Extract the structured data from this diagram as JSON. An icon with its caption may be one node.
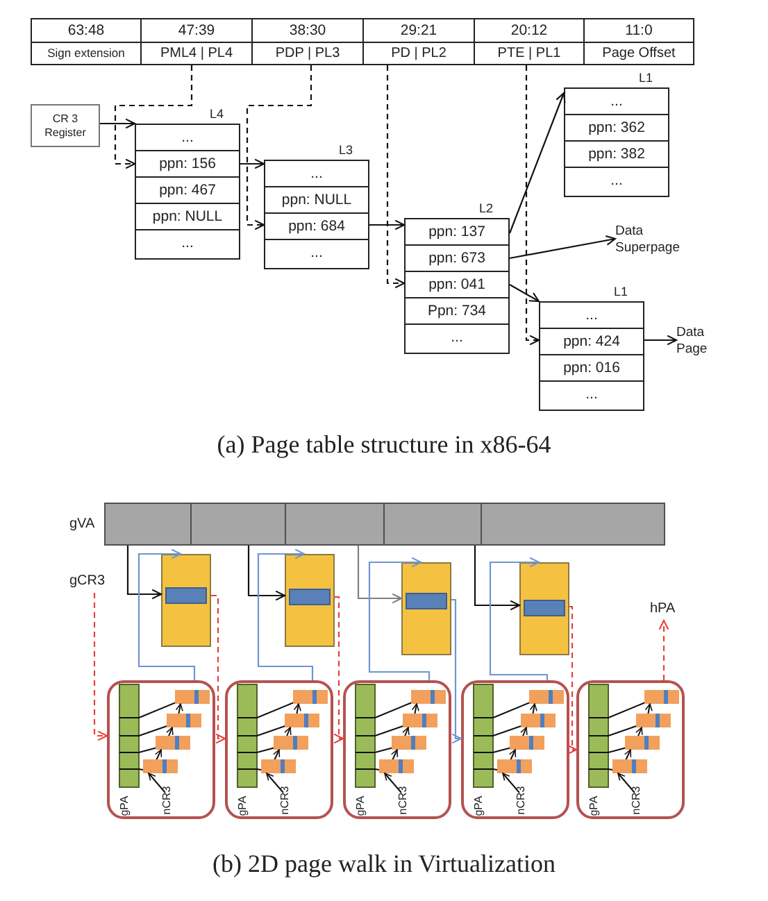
{
  "diagram": {
    "nodes": [
      {
        "text": [
          "63:48",
          "Sign extension"
        ]
      },
      {
        "text": [
          "47:39",
          "PML4 | PL4"
        ]
      },
      {
        "text": [
          "38:30",
          "PDP | PL3"
        ]
      },
      {
        "text": [
          "29:21",
          "PD | PL2"
        ]
      },
      {
        "text": [
          "20:12",
          "PTE | PL1"
        ]
      },
      {
        "text": [
          "11:0",
          "Page Offset"
        ]
      },
      {
        "text": [
          "CR 3 Register"
        ]
      },
      {
        "text": [
          "L4"
        ]
      },
      {
        "text": [
          "..."
        ],
        "in": 7
      },
      {
        "text": [
          "ppn: 156"
        ],
        "in": 7
      },
      {
        "text": [
          "ppn: 467"
        ],
        "in": 7
      },
      {
        "text": [
          "ppn: NULL"
        ],
        "in": 7
      },
      {
        "text": [
          "..."
        ],
        "in": 7
      },
      {
        "text": [
          "L3"
        ]
      },
      {
        "text": [
          "..."
        ],
        "in": 13
      },
      {
        "text": [
          "ppn: NULL"
        ],
        "in": 13
      },
      {
        "text": [
          "ppn: 684"
        ],
        "in": 13
      },
      {
        "text": [
          "..."
        ],
        "in": 13
      },
      {
        "text": [
          "L2"
        ]
      },
      {
        "text": [
          "ppn: 137"
        ],
        "in": 18
      },
      {
        "text": [
          "ppn: 673"
        ],
        "in": 18
      },
      {
        "text": [
          "ppn: 041"
        ],
        "in": 18
      },
      {
        "text": [
          "Ppn: 734"
        ],
        "in": 18
      },
      {
        "text": [
          "..."
        ],
        "in": 18
      },
      {
        "text": [
          "L1"
        ]
      },
      {
        "text": [
          "..."
        ],
        "in": 24
      },
      {
        "text": [
          "ppn: 362"
        ],
        "in": 24
      },
      {
        "text": [
          "ppn: 382"
        ],
        "in": 24
      },
      {
        "text": [
          "..."
        ],
        "in": 24
      },
      {
        "text": [
          "Data Superpage"
        ]
      },
      {
        "text": [
          "L1"
        ]
      },
      {
        "text": [
          "..."
        ],
        "in": 30
      },
      {
        "text": [
          "ppn: 424"
        ],
        "in": 30
      },
      {
        "text": [
          "ppn: 016"
        ],
        "in": 30
      },
      {
        "text": [
          "..."
        ],
        "in": 30
      },
      {
        "text": [
          "Data Page"
        ]
      },
      {
        "text": [
          "gCR3"
        ]
      },
      {
        "text": [],
        "shape": "bar"
      },
      {
        "text": [],
        "shape": "bar"
      },
      {
        "text": [],
        "shape": "bar"
      },
      {
        "text": [],
        "shape": "bar"
      },
      {
        "text": [],
        "shape": "bar"
      },
      {
        "text": [],
        "shape": "box"
      },
      {
        "text": [],
        "shape": "box"
      },
      {
        "text": [],
        "shape": "box"
      },
      {
        "text": [],
        "shape": "box"
      },
      {
        "text": [
          "gPA",
          "nCR3"
        ]
      },
      {
        "text": [
          "gPA",
          "nCR3"
        ]
      },
      {
        "text": [
          "gPA",
          "nCR3"
        ]
      },
      {
        "text": [
          "gPA",
          "nCR3"
        ]
      },
      {
        "text": [
          "gPA",
          "nCR3"
        ]
      },
      {
        "text": [
          "hPA"
        ]
      }
    ],
    "edges": [
      {
        "from": 6,
        "to": 7,
        "arrow": "to"
      },
      {
        "from": 1,
        "to": 9,
        "arrow": "to",
        "style": "dashed"
      },
      {
        "from": 9,
        "to": 13,
        "arrow": "to"
      },
      {
        "from": 2,
        "to": 16,
        "arrow": "to",
        "style": "dashed"
      },
      {
        "from": 16,
        "to": 18,
        "arrow": "to"
      },
      {
        "from": 3,
        "to": 21,
        "arrow": "to",
        "style": "dashed"
      },
      {
        "from": 19,
        "to": 24,
        "arrow": "to"
      },
      {
        "from": 20,
        "to": 29,
        "arrow": "to"
      },
      {
        "from": 21,
        "to": 30,
        "arrow": "to"
      },
      {
        "from": 4,
        "to": 32,
        "arrow": "to",
        "style": "dashed"
      },
      {
        "from": 32,
        "to": 35,
        "arrow": "to"
      },
      {
        "from": 37,
        "to": 42,
        "arrow": "to"
      },
      {
        "from": 38,
        "to": 43,
        "arrow": "to"
      },
      {
        "from": 39,
        "to": 44,
        "arrow": "to",
        "color": "#7f7f7f"
      },
      {
        "from": 40,
        "to": 45,
        "arrow": "to"
      },
      {
        "from": 36,
        "to": 46,
        "arrow": "to",
        "style": "dashed",
        "color": "#e8403a"
      },
      {
        "from": 46,
        "to": 42,
        "arrow": "to",
        "color": "#6f95d0"
      },
      {
        "from": 47,
        "to": 43,
        "arrow": "to",
        "color": "#6f95d0"
      },
      {
        "from": 48,
        "to": 44,
        "arrow": "to",
        "color": "#6f95d0"
      },
      {
        "from": 49,
        "to": 45,
        "arrow": "to",
        "color": "#6f95d0"
      },
      {
        "from": 42,
        "to": 47,
        "arrow": "to",
        "style": "dashed",
        "color": "#e8403a"
      },
      {
        "from": 43,
        "to": 48,
        "arrow": "to",
        "style": "dashed",
        "color": "#e8403a"
      },
      {
        "from": 44,
        "to": 49,
        "arrow": "to",
        "color": "#6f95d0"
      },
      {
        "from": 45,
        "to": 50,
        "arrow": "to",
        "style": "dashed",
        "color": "#e8403a"
      },
      {
        "from": 50,
        "to": 51,
        "arrow": "to",
        "style": "dashed",
        "color": "#e8403a"
      }
    ],
    "labels": [
      "(a) Page table structure in x86-64",
      "gVA",
      "(b) 2D page walk in Virtualization"
    ]
  }
}
